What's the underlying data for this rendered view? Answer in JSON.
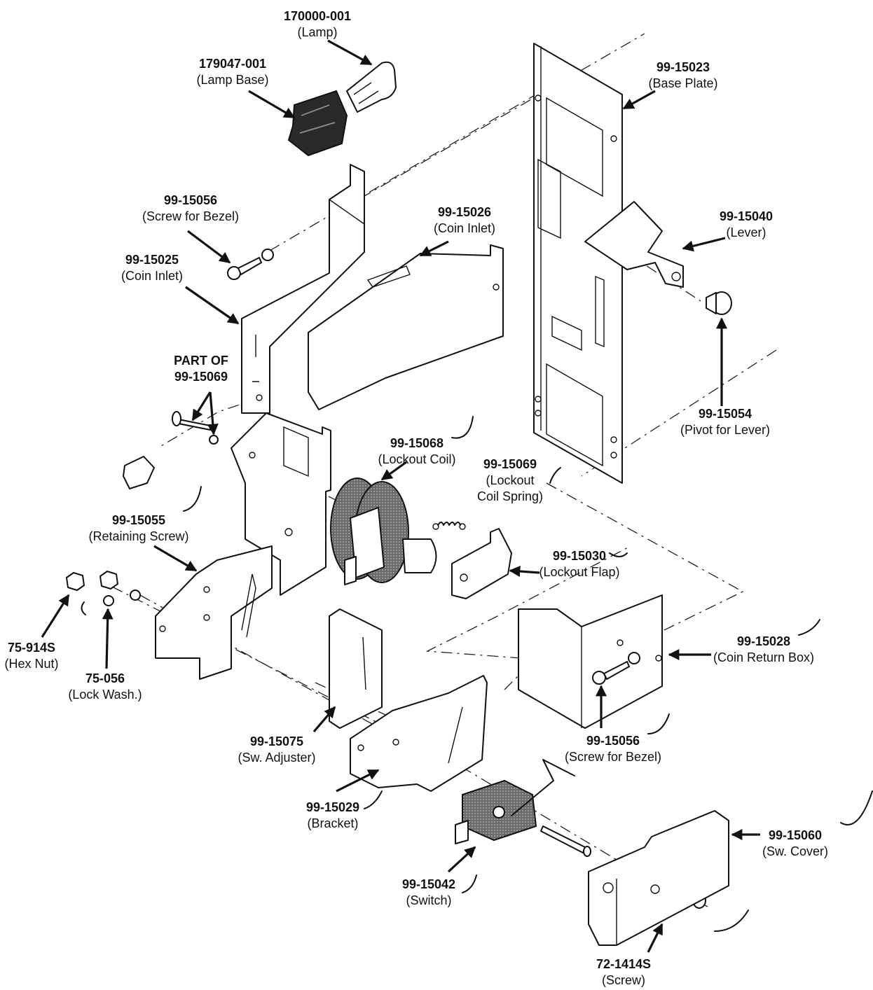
{
  "labels": [
    {
      "part": "170000-001",
      "desc": "(Lamp)"
    },
    {
      "part": "179047-001",
      "desc": "(Lamp Base)"
    },
    {
      "part": "99-15023",
      "desc": "(Base Plate)"
    },
    {
      "part": "99-15056",
      "desc": "(Screw for Bezel)"
    },
    {
      "part": "99-15026",
      "desc": "(Coin Inlet)"
    },
    {
      "part": "99-15025",
      "desc": "(Coin Inlet)"
    },
    {
      "part": "99-15040",
      "desc": "(Lever)"
    },
    {
      "part": "PART OF",
      "desc": "99-15069"
    },
    {
      "part": "99-15054",
      "desc": "(Pivot for Lever)"
    },
    {
      "part": "99-15068",
      "desc": "(Lockout Coil)"
    },
    {
      "part": "99-15069",
      "desc": "(Lockout"
    },
    {
      "part": "",
      "desc": "Coil Spring)"
    },
    {
      "part": "99-15055",
      "desc": "(Retaining Screw)"
    },
    {
      "part": "99-15030",
      "desc": "(Lockout Flap)"
    },
    {
      "part": "99-15028",
      "desc": "(Coin Return Box)"
    },
    {
      "part": "75-914S",
      "desc": "(Hex Nut)"
    },
    {
      "part": "75-056",
      "desc": "(Lock Wash.)"
    },
    {
      "part": "99-15075",
      "desc": "(Sw. Adjuster)"
    },
    {
      "part": "99-15056",
      "desc": "(Screw for Bezel)"
    },
    {
      "part": "99-15029",
      "desc": "(Bracket)"
    },
    {
      "part": "99-15060",
      "desc": "(Sw. Cover)"
    },
    {
      "part": "99-15042",
      "desc": "(Switch)"
    },
    {
      "part": "72-1414S",
      "desc": "(Screw)"
    }
  ]
}
